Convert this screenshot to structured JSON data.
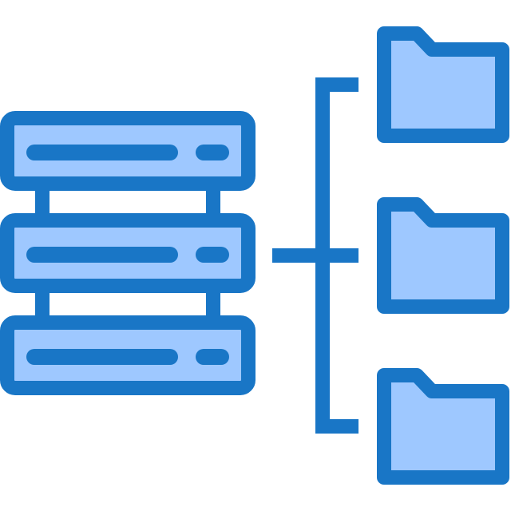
{
  "icon": {
    "name": "server-folder-network-icon",
    "colors": {
      "stroke": "#1976c6",
      "fill": "#9ec8ff",
      "background": "#ffffff"
    }
  },
  "server_rack": {
    "units": [
      {
        "name": "server-unit-top"
      },
      {
        "name": "server-unit-middle"
      },
      {
        "name": "server-unit-bottom"
      }
    ]
  },
  "folders": [
    {
      "name": "folder-top"
    },
    {
      "name": "folder-middle"
    },
    {
      "name": "folder-bottom"
    }
  ]
}
